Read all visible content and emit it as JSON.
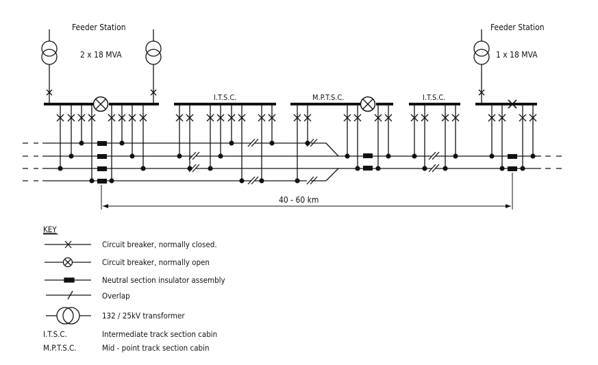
{
  "feeder_left": {
    "title": "Feeder Station",
    "rating": "2 x 18 MVA"
  },
  "feeder_right": {
    "title": "Feeder Station",
    "rating": "1 x 18 MVA"
  },
  "cabins": {
    "itsc_1": "I.T.S.C.",
    "mptsc": "M.P.T.S.C.",
    "itsc_2": "I.T.S.C."
  },
  "dimension": {
    "label": "40 - 60 km"
  },
  "key": {
    "heading": "KEY",
    "items": [
      {
        "symbol": "circuit-breaker-closed",
        "label": "Circuit breaker, normally closed."
      },
      {
        "symbol": "circuit-breaker-open",
        "label": "Circuit breaker, normally open"
      },
      {
        "symbol": "neutral-section-insulator",
        "label": "Neutral section insulator assembly"
      },
      {
        "symbol": "overlap",
        "label": "Overlap"
      },
      {
        "symbol": "transformer",
        "label": "132 / 25kV transformer"
      }
    ],
    "abbreviations": [
      {
        "abbr": "I.T.S.C.",
        "meaning": "Intermediate track section cabin"
      },
      {
        "abbr": "M.P.T.S.C.",
        "meaning": "Mid - point track section cabin"
      }
    ]
  },
  "colors": {
    "ink": "#111111",
    "background": "#ffffff"
  }
}
